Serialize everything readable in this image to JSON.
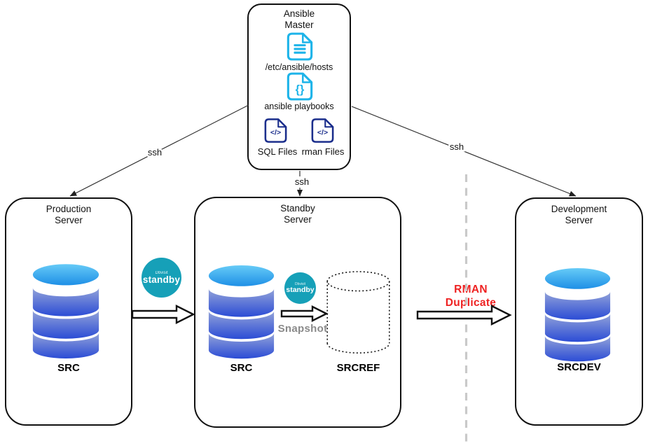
{
  "ansible_master": {
    "title": "Ansible\nMaster",
    "hosts_caption": "/etc/ansible/hosts",
    "playbooks_caption": "ansible playbooks",
    "sql_caption": "SQL Files",
    "rman_caption": "rman Files",
    "playbook_glyph": "{}",
    "code_glyph": "</>"
  },
  "servers": {
    "production": {
      "title": "Production\nServer",
      "db": "SRC"
    },
    "standby": {
      "title": "Standby\nServer",
      "db": "SRC",
      "ref_db": "SRCREF"
    },
    "development": {
      "title": "Development\nServer",
      "db": "SRCDEV"
    }
  },
  "badge": {
    "brand": "Dbvisit",
    "product": "standby"
  },
  "labels": {
    "ssh_left": "ssh",
    "ssh_middle": "ssh",
    "ssh_right": "ssh",
    "snapshot": "Snapshot",
    "rman_duplicate": "RMAN\nDuplicate"
  },
  "colors": {
    "icon_cyan": "#1db4e9",
    "icon_navy": "#1b2e8c",
    "badge_teal": "#16a0b8",
    "rman_red": "#ee2222",
    "snapshot_gray": "#8a8a8a",
    "dashed_divider": "#c9c9c9",
    "db_top_ellipse": "#45b6f0",
    "db_body_dark": "#2b4cd5"
  }
}
